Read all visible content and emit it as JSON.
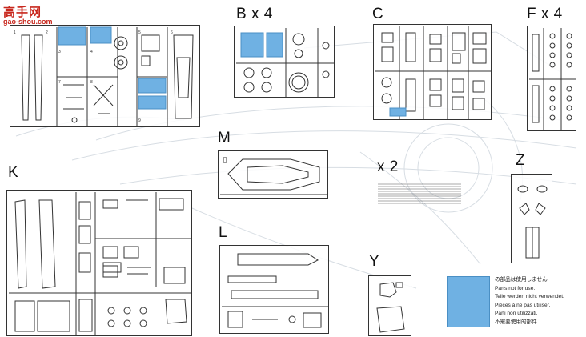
{
  "watermark": {
    "site_name": "高手网",
    "site_url": "gao-shou.com"
  },
  "sprue_labels": {
    "b": "B x 4",
    "c": "C",
    "f": "F x 4",
    "m": "M",
    "k": "K",
    "x2": "x 2",
    "z": "Z",
    "l": "L",
    "y": "Y"
  },
  "legend": {
    "swatch_color": "#6fb1e3",
    "lines": [
      "の部品は使用しません",
      "Parts not for use.",
      "Teile werden nicht verwendet.",
      "Pièces à ne pas utiliser.",
      "Parti non utilizzati.",
      "不需要使用的部件"
    ]
  }
}
